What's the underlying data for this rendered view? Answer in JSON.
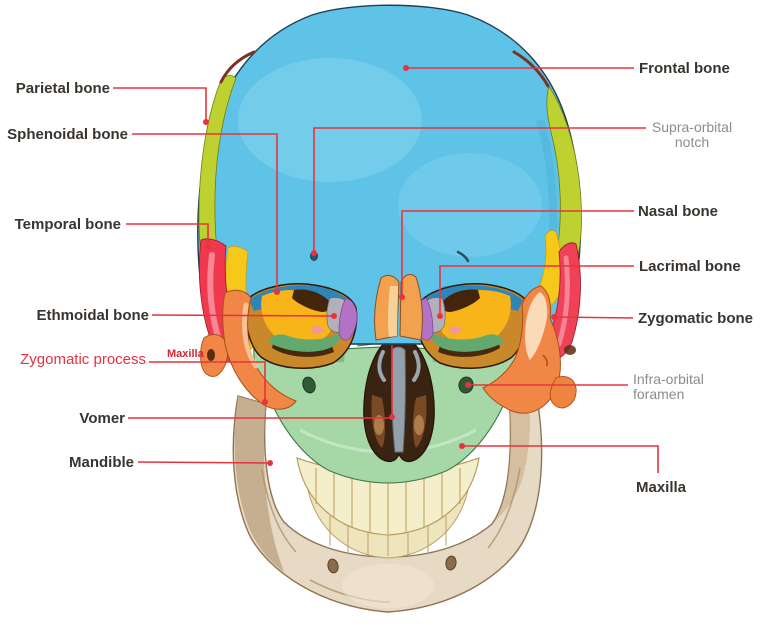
{
  "figure": {
    "type": "anatomical-diagram",
    "subject": "Human skull, anterior view, with color-coded bones and labels",
    "background": "#ffffff"
  },
  "colors": {
    "leader_line": "#e8333f",
    "label_dark": "#39342f",
    "label_gray": "#8c8c8c",
    "label_red": "#e5333f",
    "frontal_bone": "#5fc3e8",
    "parietal_bone": "#bdd230",
    "temporal_bone": "#f0394e",
    "sphenoid_bone": "#2e85b8",
    "orbit_yellow": "#f7b519",
    "zygomatic_bone": "#f08747",
    "nasal_bone": "#f2a14e",
    "maxilla": "#a5d7a7",
    "lacrimal_bone": "#b273c6",
    "ethmoid_bone": "#b3b0bc",
    "vomer": "#93a0ab",
    "mandible": "#e7dac4",
    "teeth": "#f5eecb"
  },
  "labels": {
    "left": [
      {
        "text": "Parietal bone"
      },
      {
        "text": "Sphenoidal bone"
      },
      {
        "text": "Temporal bone"
      },
      {
        "text": "Ethmoidal bone"
      },
      {
        "text": "Zygomatic process",
        "sub": "Maxilla"
      },
      {
        "text": "Vomer"
      },
      {
        "text": "Mandible"
      }
    ],
    "right": [
      {
        "text": "Frontal bone"
      },
      {
        "line1": "Supra-orbital",
        "line2": "notch"
      },
      {
        "text": "Nasal bone"
      },
      {
        "text": "Lacrimal bone"
      },
      {
        "text": "Zygomatic bone"
      },
      {
        "line1": "Infra-orbital",
        "line2": "foramen"
      },
      {
        "text": "Maxilla"
      }
    ]
  }
}
